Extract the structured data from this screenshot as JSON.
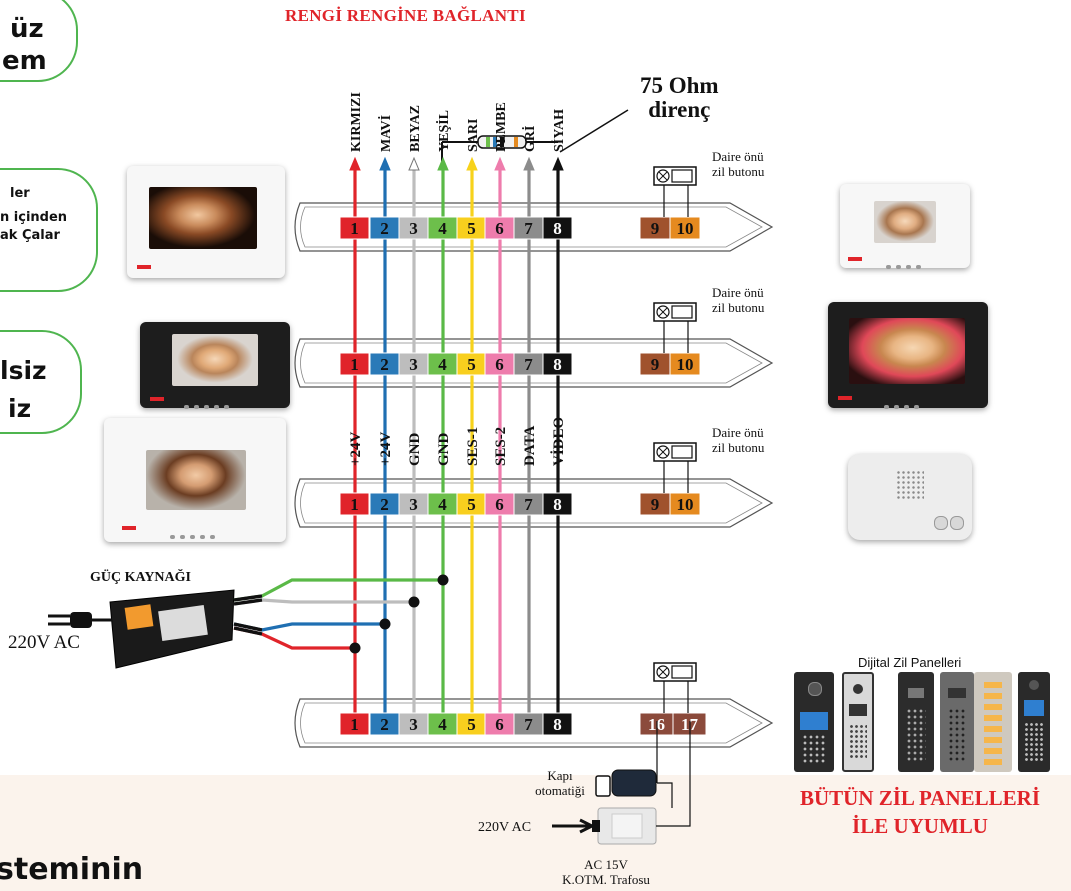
{
  "title": "RENGİ RENGİNE BAĞLANTI",
  "wire_colors": [
    "KIRMIZI",
    "MAVİ",
    "BEYAZ",
    "YEŞİL",
    "SARI",
    "PEMBE",
    "GRİ",
    "SİYAH"
  ],
  "wire_functions": [
    "+24V",
    "+24V",
    "GND",
    "GND",
    "SES-1",
    "SES-2",
    "DATA",
    "VİDEO"
  ],
  "wire_hex": [
    "#e0242a",
    "#1f6fb2",
    "#bdbdbd",
    "#5ab947",
    "#f7d21b",
    "#ee7cac",
    "#8c8c8c",
    "#111111"
  ],
  "terminal_fill": [
    "#e0242a",
    "#2a7ab8",
    "#bdbdbd",
    "#6dbf4b",
    "#f8cf1e",
    "#ee7cac",
    "#8c8c8c",
    "#111111"
  ],
  "terminals": [
    "1",
    "2",
    "3",
    "4",
    "5",
    "6",
    "7",
    "8"
  ],
  "resistor_label_1": "75 Ohm",
  "resistor_label_2": "direnç",
  "doorbell_label_1": "Daire önü",
  "doorbell_label_2": "zil butonu",
  "aux_terminals": [
    "9",
    "10"
  ],
  "panel_terminals": [
    "16",
    "17"
  ],
  "aux_colors": {
    "t9": "#a0522d",
    "t10": "#e58a1f",
    "t16": "#8b4a3b"
  },
  "psu": {
    "label": "GÜÇ KAYNAĞI",
    "input": "220V AC"
  },
  "lock": {
    "label_1": "Kapı",
    "label_2": "otomatiği",
    "input": "220V AC",
    "transformer_1": "AC 15V",
    "transformer_2": "K.OTM. Trafosu"
  },
  "panels": {
    "title": "Dijital Zil Panelleri",
    "compat_1": "BÜTÜN ZİL PANELLERİ",
    "compat_2": "İLE UYUMLU"
  },
  "left_bubbles": {
    "b1_line1": "üz",
    "b1_line2": "em",
    "b2_line1": "ler",
    "b2_line2": "n içinden",
    "b2_line3": "ak Çalar",
    "b3_line1": "lsiz",
    "b3_line2": "iz",
    "bottom_text": "steminin"
  }
}
